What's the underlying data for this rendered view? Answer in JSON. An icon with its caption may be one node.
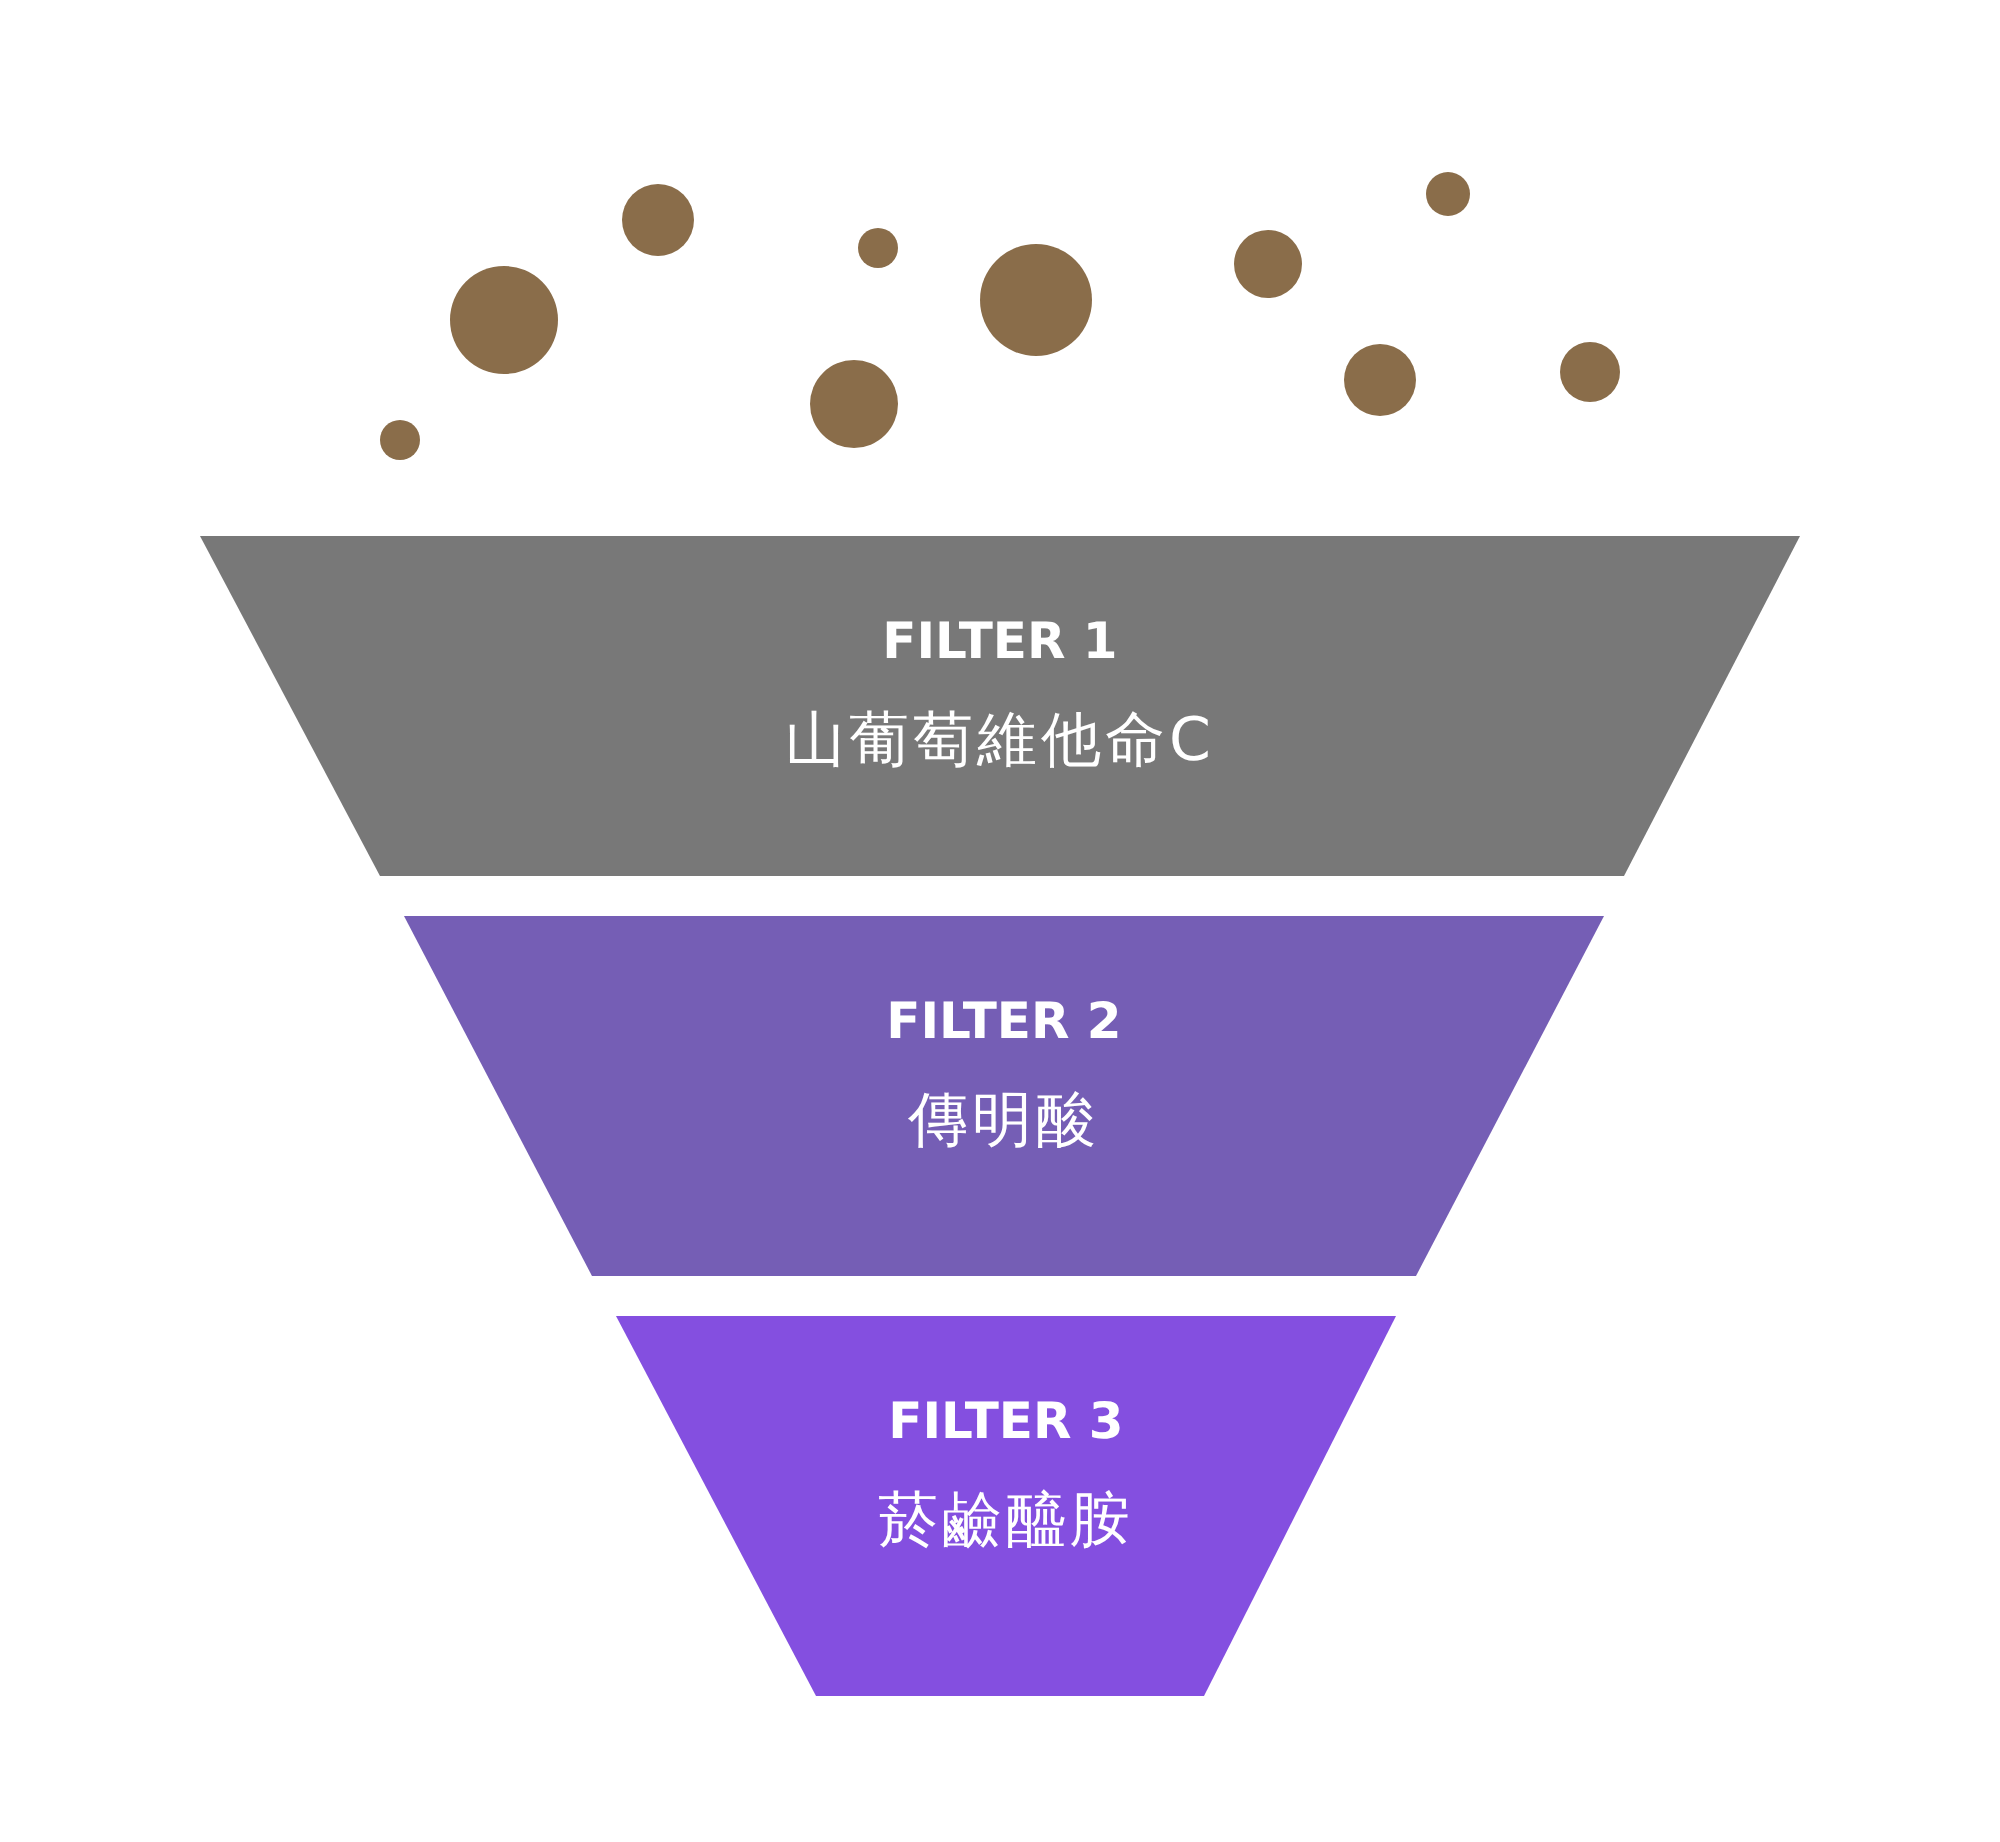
{
  "diagram": {
    "nodes": [
      {
        "text": [
          "FILTER 1",
          "山葡萄維他命C"
        ]
      },
      {
        "text": [
          "FILTER 2",
          "傳明酸"
        ]
      },
      {
        "text": [
          "FILTER 3",
          "菸鹼醯胺"
        ]
      }
    ],
    "edges": []
  }
}
